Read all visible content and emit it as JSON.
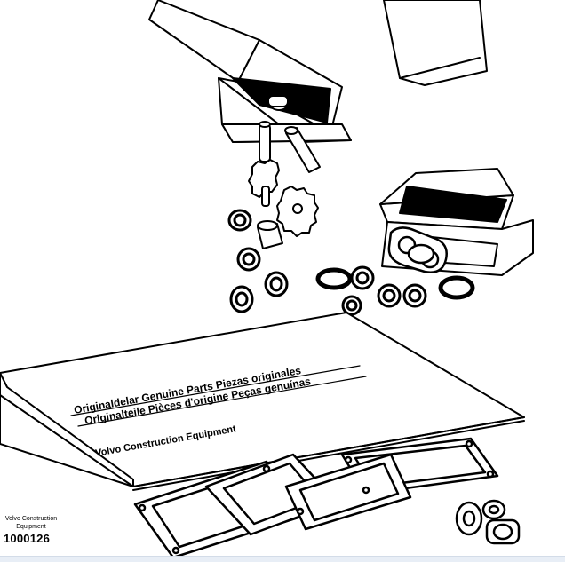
{
  "manual": {
    "line1": "Originaldelar Genuine Parts Piezas originales",
    "line2": "Originalteile Pièces d'origine Peças genuínas",
    "line3": "Volvo Construction Equipment"
  },
  "caption": {
    "company": "Volvo Construction Equipment",
    "part_number": "1000126"
  },
  "colors": {
    "ink": "#000000",
    "paper": "#ffffff",
    "strip": "#e8eef6"
  }
}
